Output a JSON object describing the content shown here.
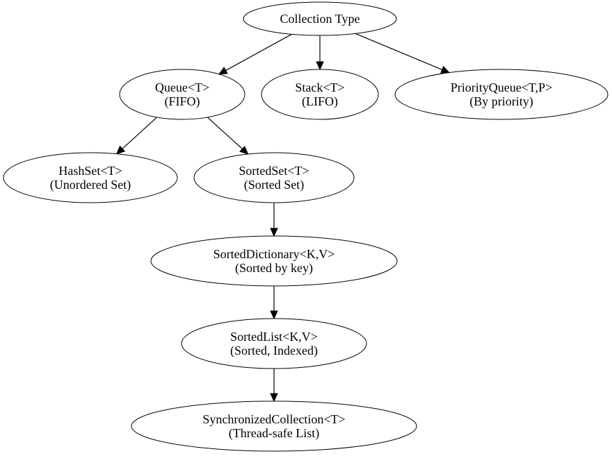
{
  "diagram": {
    "nodes": [
      {
        "id": "collection-type",
        "lines": [
          "Collection Type"
        ]
      },
      {
        "id": "queue",
        "lines": [
          "Queue<T>",
          "(FIFO)"
        ]
      },
      {
        "id": "stack",
        "lines": [
          "Stack<T>",
          "(LIFO)"
        ]
      },
      {
        "id": "priority-queue",
        "lines": [
          "PriorityQueue<T,P>",
          "(By priority)"
        ]
      },
      {
        "id": "hashset",
        "lines": [
          "HashSet<T>",
          "(Unordered Set)"
        ]
      },
      {
        "id": "sortedset",
        "lines": [
          "SortedSet<T>",
          "(Sorted Set)"
        ]
      },
      {
        "id": "sorted-dictionary",
        "lines": [
          "SortedDictionary<K,V>",
          "(Sorted by key)"
        ]
      },
      {
        "id": "sorted-list",
        "lines": [
          "SortedList<K,V>",
          "(Sorted, Indexed)"
        ]
      },
      {
        "id": "synchronized-collection",
        "lines": [
          "SynchronizedCollection<T>",
          "(Thread-safe List)"
        ]
      }
    ],
    "edges": [
      {
        "from": "collection-type",
        "to": "queue"
      },
      {
        "from": "collection-type",
        "to": "stack"
      },
      {
        "from": "collection-type",
        "to": "priority-queue"
      },
      {
        "from": "queue",
        "to": "hashset"
      },
      {
        "from": "queue",
        "to": "sortedset"
      },
      {
        "from": "sortedset",
        "to": "sorted-dictionary"
      },
      {
        "from": "sorted-dictionary",
        "to": "sorted-list"
      },
      {
        "from": "sorted-list",
        "to": "synchronized-collection"
      }
    ]
  }
}
